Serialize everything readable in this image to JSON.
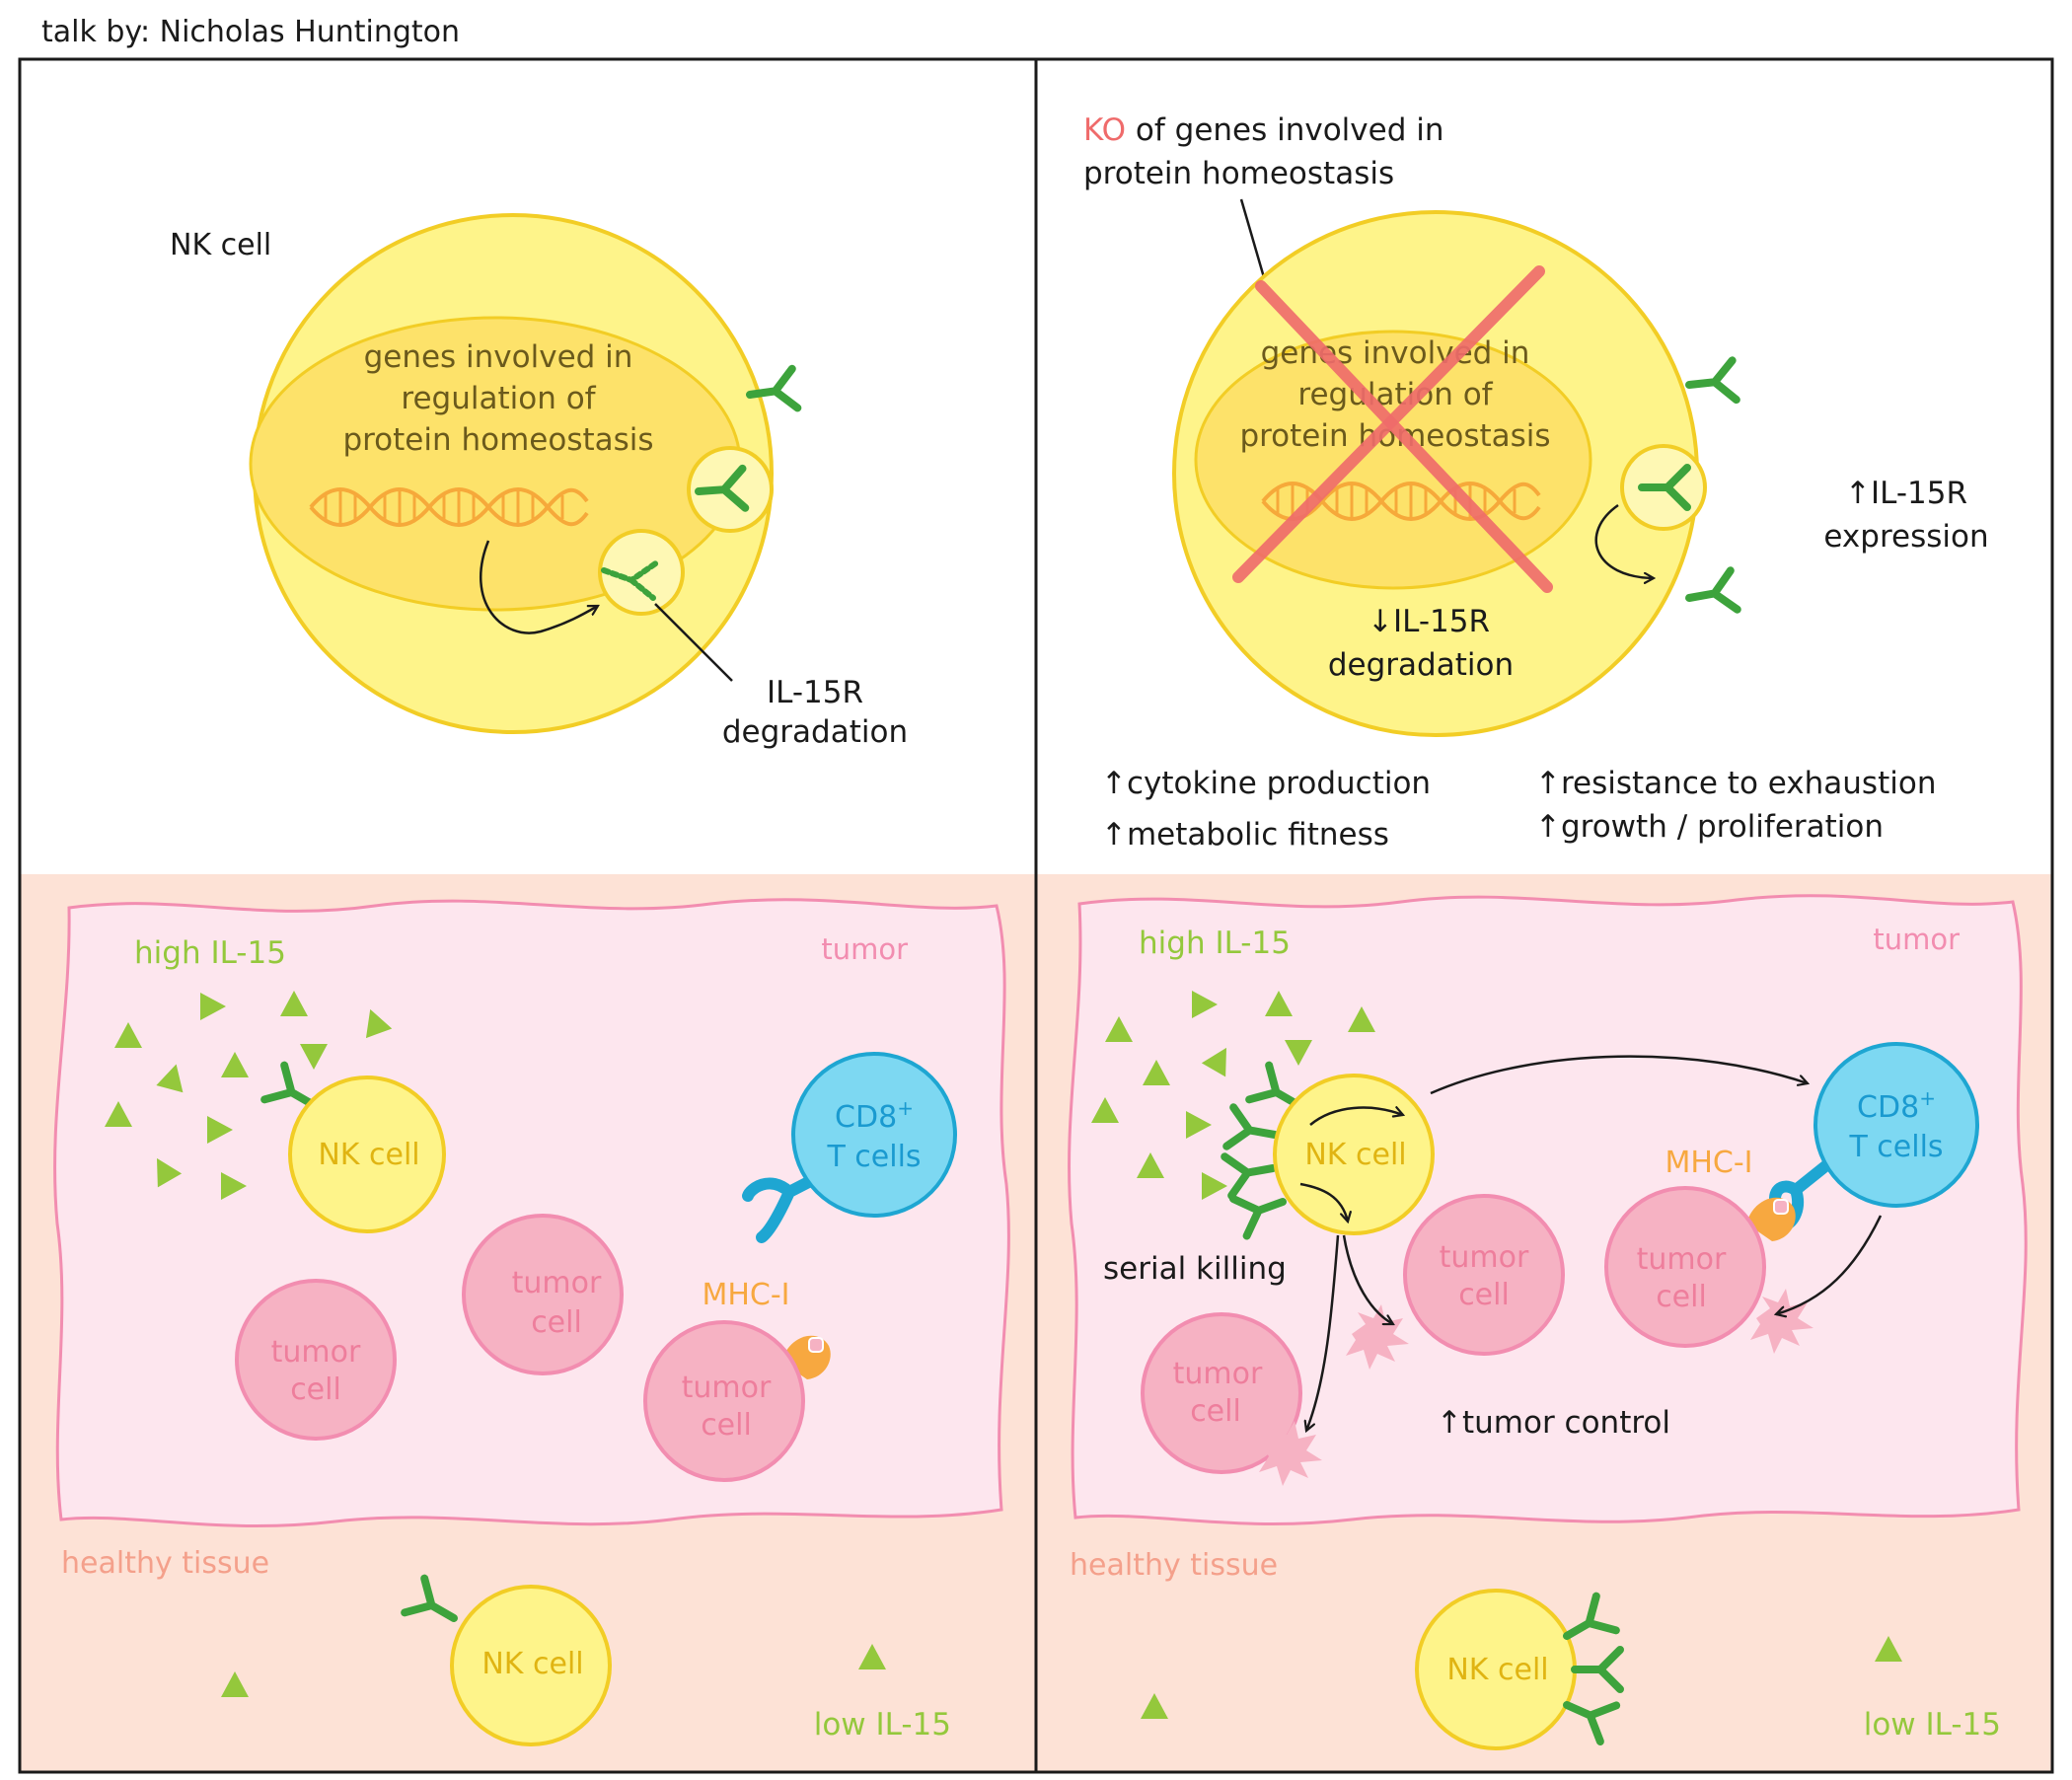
{
  "credit": "talk by: Nicholas Huntington",
  "colors": {
    "cell_yellow": "#fef48a",
    "cell_outline": "#f2cd25",
    "nucleus": "#fde26a",
    "dna": "#f6a93a",
    "receptor_green": "#3da33c",
    "il15_green": "#94c83c",
    "cross_red": "#ef6b6b",
    "tumor_fill": "#f6b2c3",
    "tumor_text": "#ee7e9c",
    "tumor_outline": "#f28db0",
    "tumor_bg": "#fde6ee",
    "tissue_bg": "#fde2d6",
    "healthy_text": "#f4a08b",
    "cd8_fill": "#7dd8f2",
    "cd8_outline": "#1ea6d2",
    "cd8_text": "#1a9ad0",
    "mhc_orange": "#f7a840",
    "ink": "#1a1a1a"
  },
  "left": {
    "cell_label": "NK cell",
    "nucleus_lines": [
      "genes involved in",
      "regulation of",
      "protein homeostasis"
    ],
    "degradation_lines": [
      "IL-15R",
      "degradation"
    ],
    "icons": [
      "dna-icon",
      "il15-receptor-icon"
    ]
  },
  "right": {
    "ko_prefix": "KO",
    "ko_rest": " of genes involved in",
    "ko_line2": "protein homeostasis",
    "nucleus_lines": [
      "genes involved in",
      "regulation of",
      "protein homeostasis"
    ],
    "degradation_lines": [
      "↓IL-15R",
      "degradation"
    ],
    "expression_lines": [
      "↑IL-15R",
      "expression"
    ],
    "effects": [
      "↑cytokine  production",
      "↑metabolic fitness",
      "↑resistance to exhaustion",
      "↑growth / proliferation"
    ]
  },
  "bottom_left": {
    "high_il15": "high IL-15",
    "tumor": "tumor",
    "nk_cell": "NK cell",
    "cd8_prefix": "CD8",
    "cd8_sup": "+",
    "t_cells": "T cells",
    "mhc": "MHC-I",
    "tumor_cell_a": "tumor",
    "tumor_cell_b": "cell",
    "healthy_tissue": "healthy tissue",
    "low_il15": "low IL-15"
  },
  "bottom_right": {
    "high_il15": "high IL-15",
    "tumor": "tumor",
    "nk_cell": "NK cell",
    "cd8_prefix": "CD8",
    "cd8_sup": "+",
    "t_cells": "T cells",
    "mhc": "MHC-I",
    "serial_killing": "serial killing",
    "tumor_control": "↑tumor control",
    "tumor_cell_a": "tumor",
    "tumor_cell_b": "cell",
    "healthy_tissue": "healthy tissue",
    "low_il15": "low IL-15"
  }
}
